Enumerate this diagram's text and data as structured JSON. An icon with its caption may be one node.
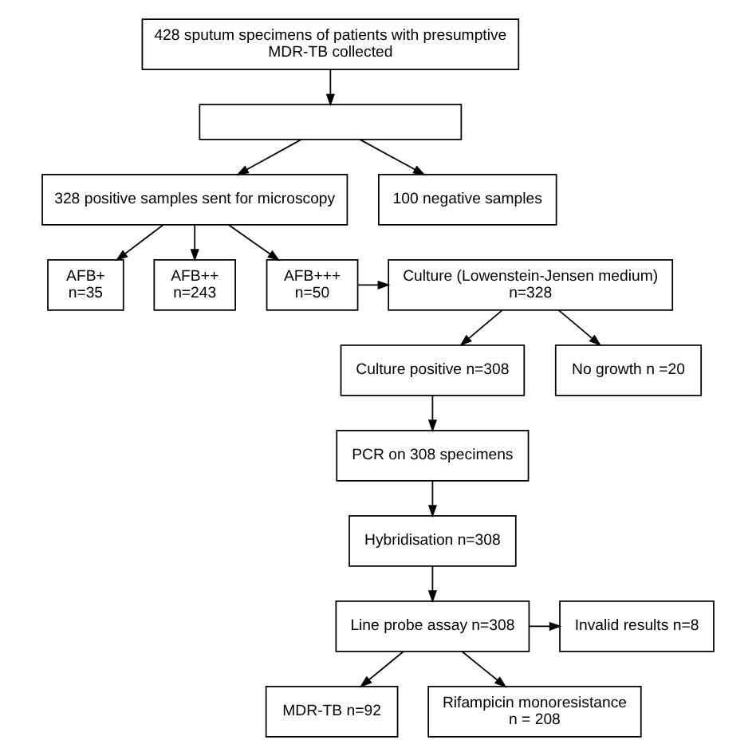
{
  "diagram": {
    "nodes": [
      {
        "text": [
          "428 sputum specimens of patients with presumptive MDR-TB collected"
        ]
      },
      {
        "text": [],
        "shape": "box"
      },
      {
        "text": [
          "328 positive samples sent for microscopy"
        ]
      },
      {
        "text": [
          "100 negative samples"
        ]
      },
      {
        "text": [
          "AFB+ n=35"
        ]
      },
      {
        "text": [
          "AFB++ n=243"
        ]
      },
      {
        "text": [
          "AFB+++ n=50"
        ]
      },
      {
        "text": [
          "Culture (Lowenstein-Jensen medium) n=328"
        ]
      },
      {
        "text": [
          "Culture positive n=308"
        ]
      },
      {
        "text": [
          "No growth n =20"
        ]
      },
      {
        "text": [
          "PCR on 308 specimens"
        ]
      },
      {
        "text": [
          "Hybridisation n=308"
        ]
      },
      {
        "text": [
          "Line probe assay n=308"
        ]
      },
      {
        "text": [
          "Invalid results n=8"
        ]
      },
      {
        "text": [
          "MDR-TB n=92"
        ]
      },
      {
        "text": [
          "Rifampicin monoresistance n = 208"
        ]
      }
    ],
    "edges": [
      {
        "from": 0,
        "to": 1,
        "arrow": "to"
      },
      {
        "from": 1,
        "to": 2,
        "arrow": "to"
      },
      {
        "from": 1,
        "to": 3,
        "arrow": "to"
      },
      {
        "from": 2,
        "to": 4,
        "arrow": "to"
      },
      {
        "from": 2,
        "to": 5,
        "arrow": "to"
      },
      {
        "from": 2,
        "to": 6,
        "arrow": "to"
      },
      {
        "from": 6,
        "to": 7,
        "arrow": "to"
      },
      {
        "from": 7,
        "to": 8,
        "arrow": "to"
      },
      {
        "from": 7,
        "to": 9,
        "arrow": "to"
      },
      {
        "from": 8,
        "to": 10,
        "arrow": "to"
      },
      {
        "from": 10,
        "to": 11,
        "arrow": "to"
      },
      {
        "from": 11,
        "to": 12,
        "arrow": "to"
      },
      {
        "from": 12,
        "to": 13,
        "arrow": "to"
      },
      {
        "from": 12,
        "to": 14,
        "arrow": "to"
      },
      {
        "from": 12,
        "to": 15,
        "arrow": "to"
      }
    ]
  }
}
